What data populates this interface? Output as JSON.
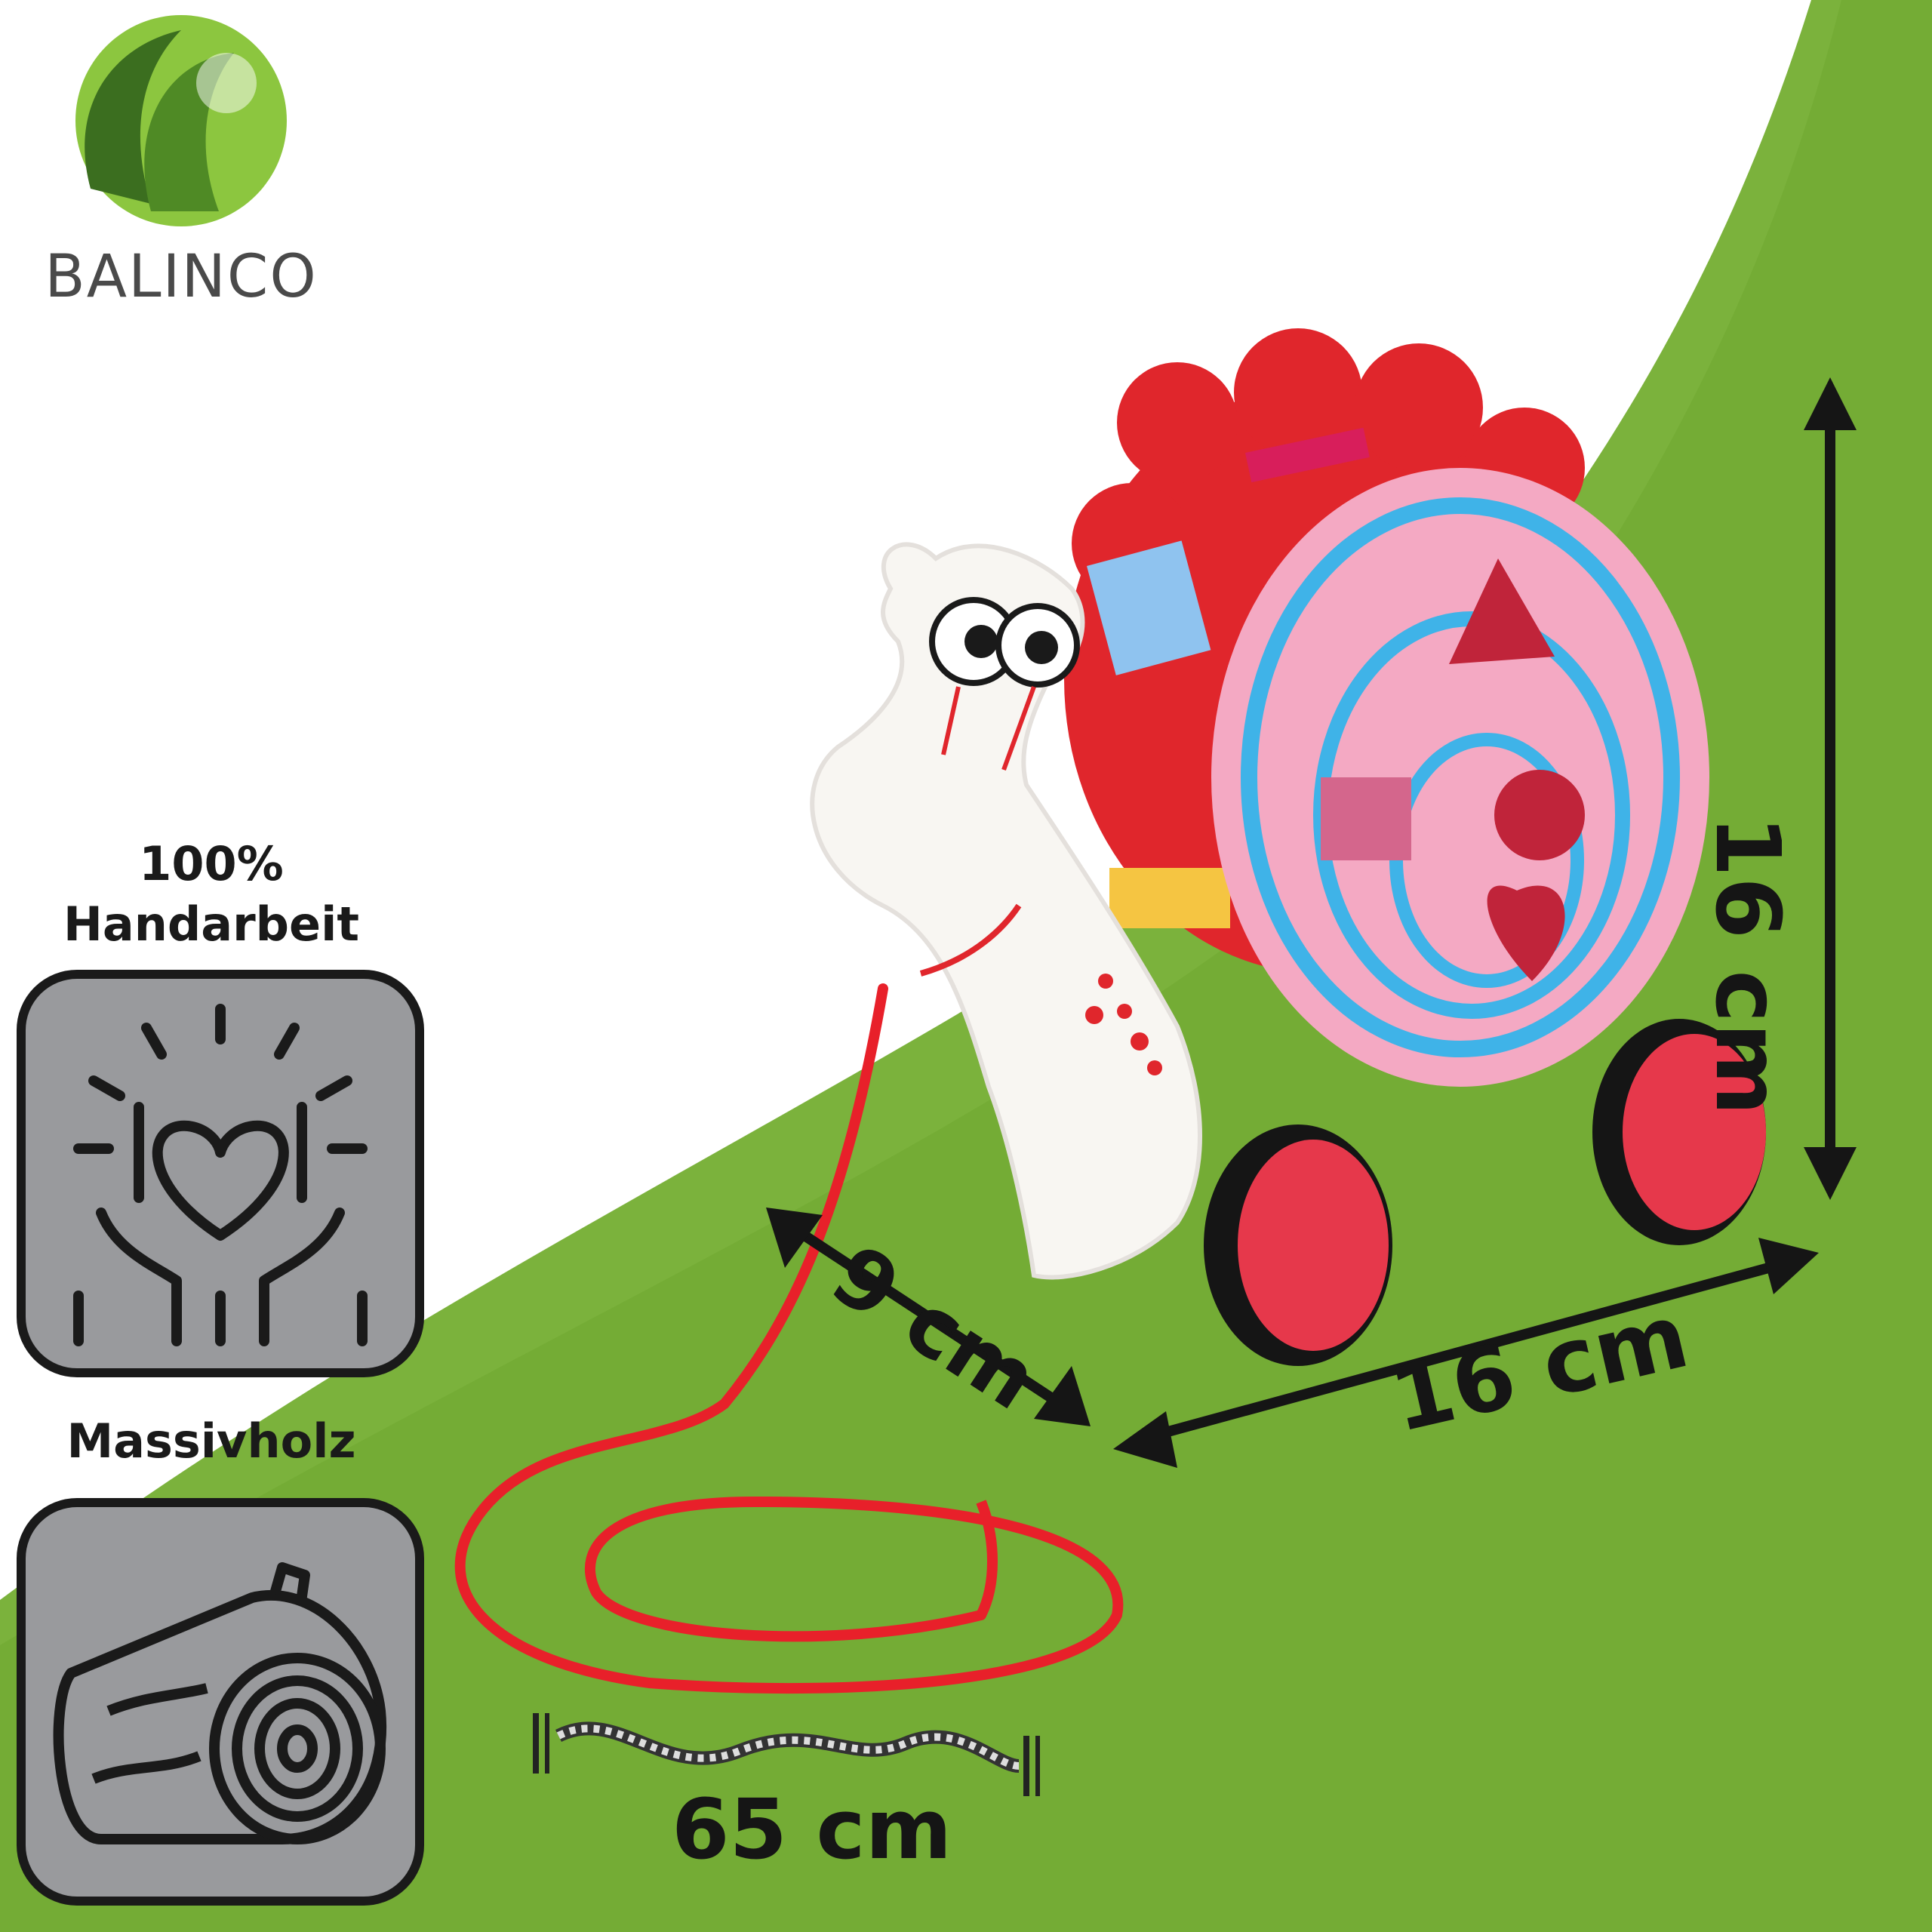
{
  "brand": {
    "name": "BALINCO",
    "logo_icon": "balinco-swoosh-logo"
  },
  "features": [
    {
      "label": "100%\nHandarbeit",
      "icon": "hands-heart-icon"
    },
    {
      "label": "Massivholz",
      "icon": "wood-log-icon"
    }
  ],
  "dimensions": {
    "height": "16 cm",
    "depth": "9 cm",
    "width": "16 cm",
    "rope_length": "65 cm"
  },
  "colors": {
    "background": "#ffffff",
    "green_floor": "#7bb23c",
    "badge_grey": "#999a9d",
    "text_dark": "#1a1a1a",
    "rope_red": "#e8202a",
    "shell_pink": "#f6a6c0",
    "spiral_blue": "#3fb3e8"
  }
}
